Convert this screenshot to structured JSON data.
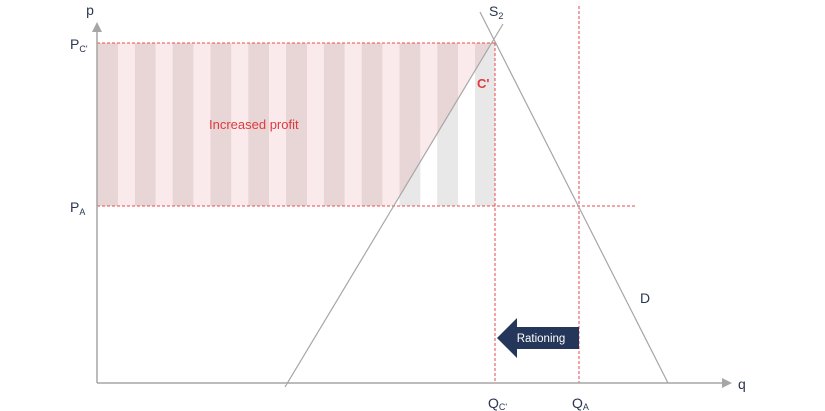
{
  "axes": {
    "y_label": "p",
    "x_label": "q"
  },
  "price_labels": {
    "pc_main": "P",
    "pc_sub": "C'",
    "pa_main": "P",
    "pa_sub": "A"
  },
  "quantity_labels": {
    "qc_main": "Q",
    "qc_sub": "C'",
    "qa_main": "Q",
    "qa_sub": "A"
  },
  "curves": {
    "supply_main": "S",
    "supply_sub": "2",
    "demand": "D"
  },
  "point_label": "C'",
  "area_label": "Increased profit",
  "arrow_label": "Rationing",
  "colors": {
    "axis": "#a6a6a6",
    "dashed": "#e8494d",
    "arrow": "#243659",
    "stripe_dark": "#e8d6d7",
    "stripe_light": "#fbeaeb",
    "gray": "#e8e8e8"
  }
}
